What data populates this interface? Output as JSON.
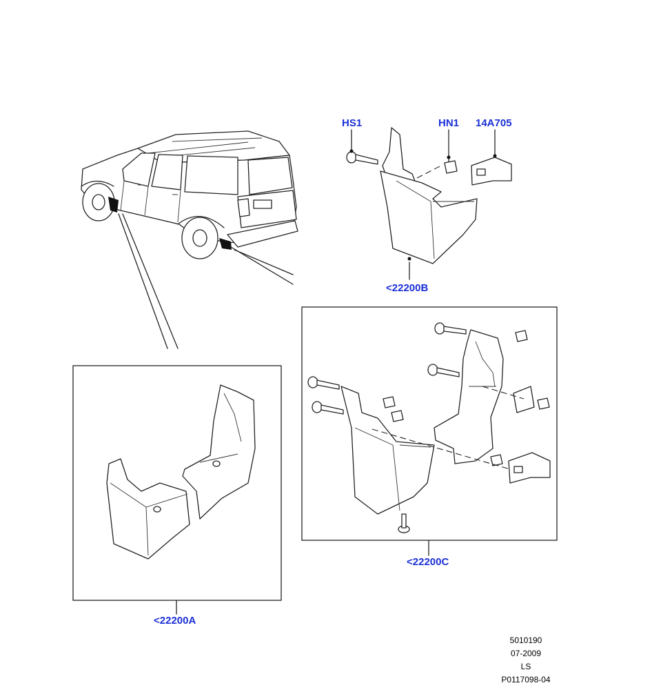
{
  "callouts": {
    "hs1": "HS1",
    "hn1": "HN1",
    "bracket": "14A705",
    "kit_b": "<22200B",
    "kit_c": "<22200C",
    "kit_a": "<22200A"
  },
  "reference": {
    "line1": "5010190",
    "line2": "07-2009",
    "line3": "LS",
    "line4": "P0117098-04"
  },
  "colors": {
    "callout": "#1a2fd6",
    "lines": "#222222",
    "background": "#ffffff"
  }
}
